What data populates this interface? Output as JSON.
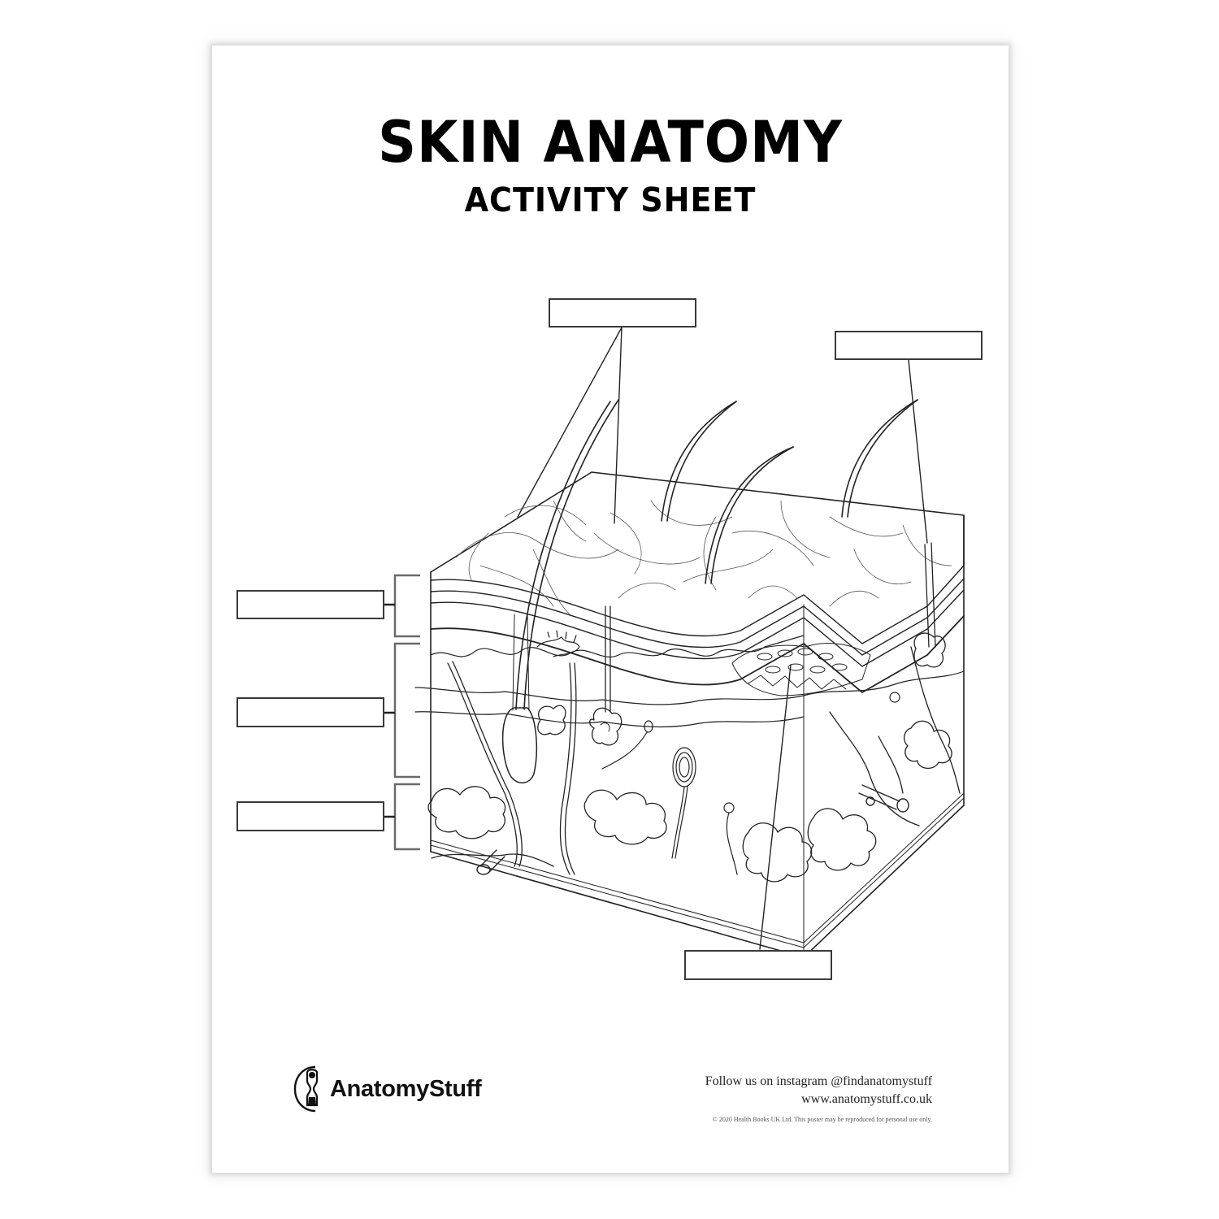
{
  "sheet": {
    "title": "SKIN ANATOMY",
    "subtitle": "ACTIVITY SHEET"
  },
  "diagram": {
    "subject": "skin cross-section block",
    "label_boxes": [
      {
        "id": "top-center",
        "value": "",
        "points_to": "hair / hair shaft"
      },
      {
        "id": "top-right",
        "value": "",
        "points_to": "sweat gland duct / pore"
      },
      {
        "id": "left-upper",
        "value": "",
        "points_to": "epidermis layer bracket"
      },
      {
        "id": "left-middle",
        "value": "",
        "points_to": "dermis layer bracket"
      },
      {
        "id": "left-lower",
        "value": "",
        "points_to": "hypodermis layer bracket"
      },
      {
        "id": "bottom-center",
        "value": "",
        "points_to": "capillary network / dermal papillae"
      }
    ],
    "colors": {
      "line": "#222222",
      "box_border": "#3a3a3a",
      "background": "#ffffff"
    }
  },
  "footer": {
    "brand": "AnatomyStuff",
    "instagram": "Follow us on instagram @findanatomystuff",
    "website": "www.anatomystuff.co.uk",
    "copyright": "© 2020 Health Books UK Ltd. This poster may be reproduced for personal use only."
  }
}
